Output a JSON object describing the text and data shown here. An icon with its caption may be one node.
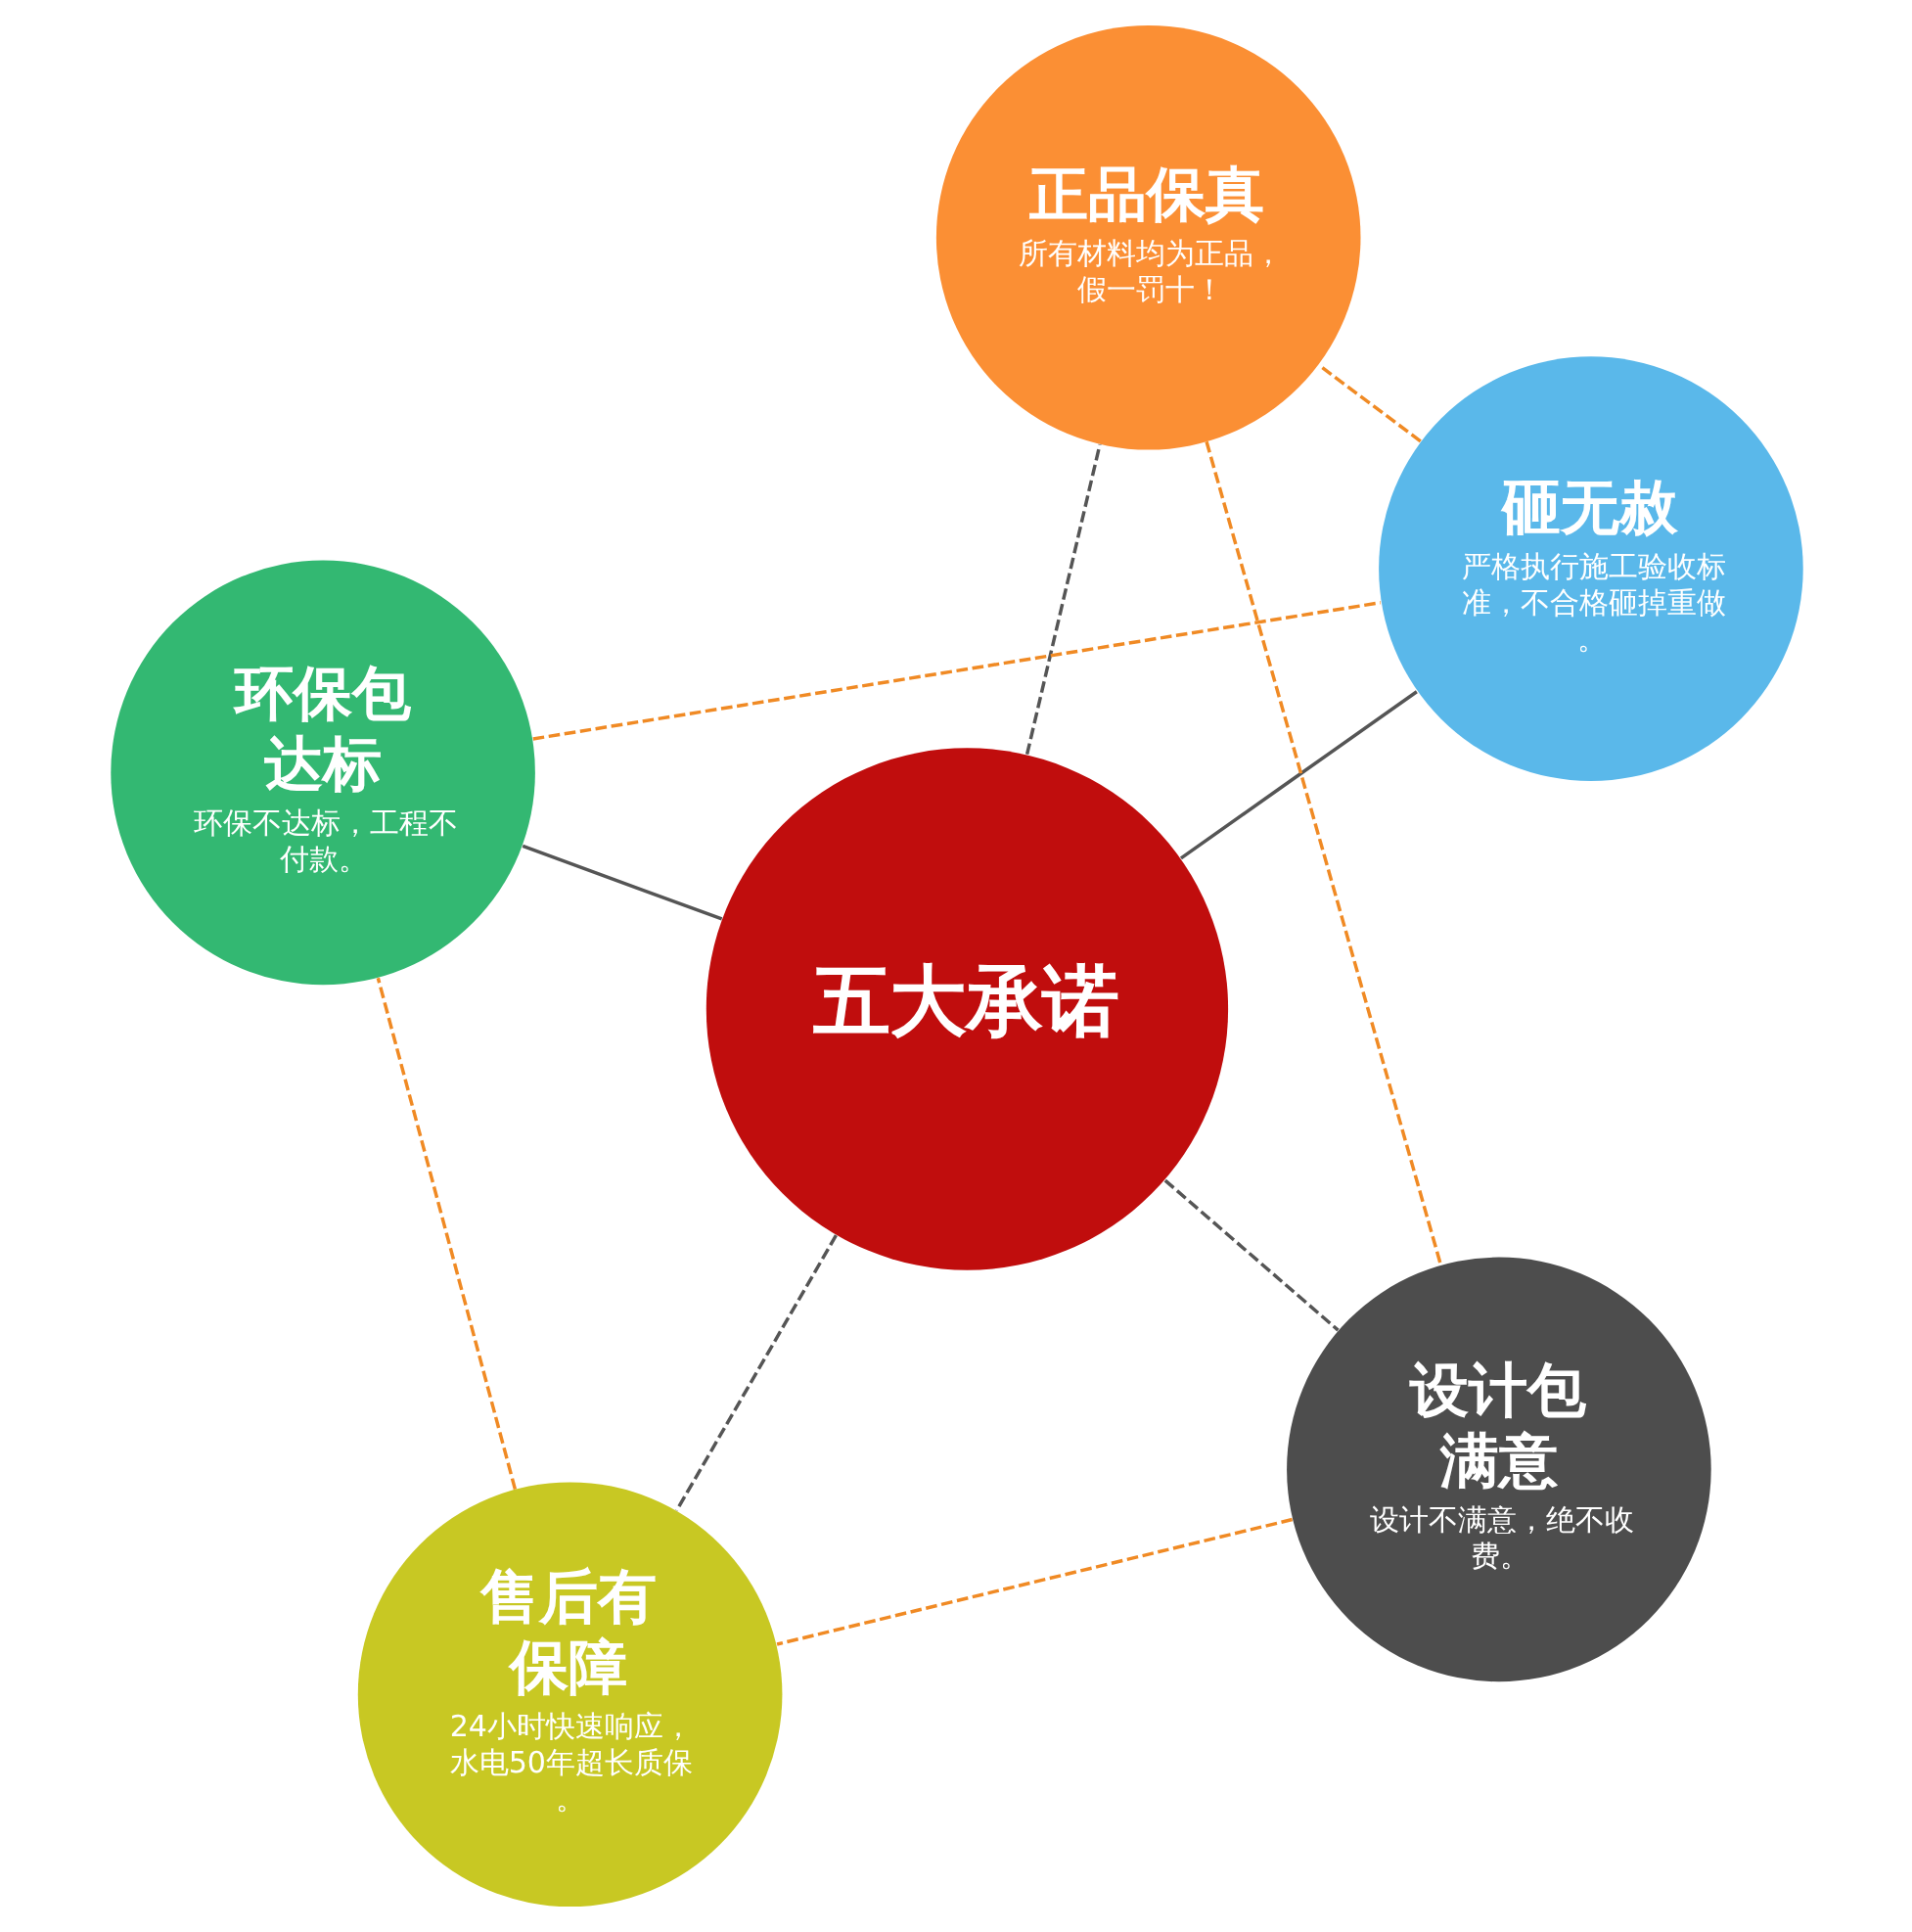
{
  "diagram": {
    "nodes": [
      {
        "text": [
          "五大承诺"
        ]
      },
      {
        "text": [
          "设计包满意",
          "设计不满意，绝不收费。"
        ]
      },
      {
        "text": [
          "售后有保障",
          "24小时快速响应，水电50年超长质保。"
        ]
      },
      {
        "text": [
          "环保包达标",
          "环保不达标，工程不付款。"
        ]
      },
      {
        "text": [
          "砸无赦",
          "严格执行施工验收标准，不合格砸掉重做。"
        ]
      },
      {
        "text": [
          "正品保真",
          "所有材料均为正品，假一罚十！"
        ]
      }
    ],
    "edges": [
      {
        "from": 0,
        "to": 1,
        "arrow": "none",
        "style": "dashed",
        "color": "#555555"
      },
      {
        "from": 0,
        "to": 2,
        "arrow": "none",
        "style": "dashed",
        "color": "#555555"
      },
      {
        "from": 0,
        "to": 3,
        "arrow": "none",
        "color": "#555555"
      },
      {
        "from": 0,
        "to": 4,
        "arrow": "none",
        "color": "#555555"
      },
      {
        "from": 0,
        "to": 5,
        "arrow": "none",
        "style": "dashed",
        "color": "#555555"
      },
      {
        "from": 1,
        "to": 2,
        "arrow": "none",
        "style": "dashed",
        "color": "#f08a24"
      },
      {
        "from": 2,
        "to": 3,
        "arrow": "none",
        "style": "dashed",
        "color": "#f08a24"
      },
      {
        "from": 3,
        "to": 4,
        "arrow": "none",
        "style": "dashed",
        "color": "#f08a24"
      },
      {
        "from": 4,
        "to": 5,
        "arrow": "none",
        "style": "dashed",
        "color": "#f08a24"
      },
      {
        "from": 5,
        "to": 1,
        "arrow": "none",
        "style": "dashed",
        "color": "#f08a24"
      }
    ]
  }
}
